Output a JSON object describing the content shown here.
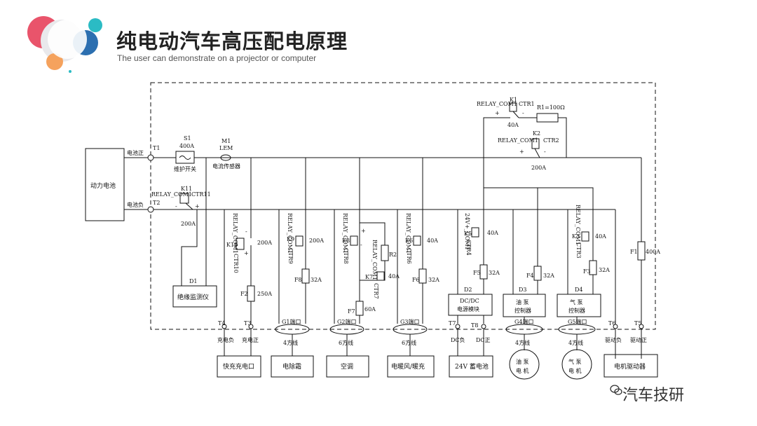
{
  "header": {
    "title": "纯电动汽车高压配电原理",
    "subtitle": "The user can demonstrate on a projector or computer"
  },
  "watermark": "汽车技研",
  "colors": {
    "logo_red": "#e9546b",
    "logo_teal": "#2bbbc4",
    "logo_blue": "#2c6fb0",
    "logo_orange": "#f5a25d",
    "line": "#111111"
  },
  "diagram": {
    "battery": "动力电池",
    "bat_pos": "电池正",
    "bat_neg": "电池负",
    "T1": "T1",
    "T2": "T2",
    "T3": "T3",
    "T4": "T4",
    "T5": "T5",
    "T6": "T6",
    "T7": "T7",
    "T8": "T8",
    "S1": "S1",
    "S1_rating": "400A",
    "S1_name": "维护开关",
    "M1": "M1",
    "M1_type": "LEM",
    "M1_name": "电流传感器",
    "relay_com": "RELAY_COM1",
    "K1": "K1",
    "K1_ctr": "CTR1",
    "K1_rating": "40A",
    "R1": "R1=100Ω",
    "K2": "K2",
    "K2_ctr": "CTR2",
    "K2_rating": "200A",
    "K11": "K11",
    "K11_ctr": "CTR11",
    "K11_rating": "200A",
    "D1": "D1",
    "D1_name": "绝缘监测仪",
    "relay_com_v1": "RELAY_COM1",
    "relay_com_v2": "RELAY_COM1",
    "relay_com_v3": "RELAY_COM1",
    "relay_com_v4": "RELAY_COM1",
    "relay_com_v6": "24V+_COM1",
    "relay_com_v7": "RELAY_COM1",
    "K10": "K10",
    "K10_ctr": "CTR10",
    "K10_rating": "200A",
    "F2": "F2",
    "F2_rating": "250A",
    "K9": "K9",
    "K9_ctr": "CTR9",
    "K9_rating": "200A",
    "F8": "F8",
    "F8_rating": "32A",
    "K8": "K8",
    "K8_ctr": "CTR8",
    "R2": "R2",
    "K7": "K7",
    "K7_ctr": "CTR7",
    "K7_rating": "40A",
    "K7_com": "RELAY_COM1",
    "F7": "F7",
    "F7_rating": "60A",
    "K6": "K6",
    "K6_ctr": "CTR6",
    "K6_rating": "40A",
    "F6": "F6",
    "F6_rating": "32A",
    "K5": "K5",
    "K5_ctr": "CTR4",
    "K5_rating": "40A",
    "F5": "F5",
    "F5_rating": "32A",
    "F4": "F4",
    "F4_rating": "32A",
    "K3": "K3",
    "K3_ctr": "CTR3",
    "K3_rating": "40A",
    "F3": "F3",
    "F3_rating": "32A",
    "F1": "F1",
    "F1_rating": "400A",
    "D2": "D2",
    "D2_name1": "DC/DC",
    "D2_name2": "电源模块",
    "D3": "D3",
    "D3_name1": "油  泵",
    "D3_name2": "控制器",
    "D4": "D4",
    "D4_name1": "气  泵",
    "D4_name2": "控制器",
    "G1": "G1端口",
    "G2": "G2端口",
    "G3": "G3端口",
    "G4": "G4端口",
    "G5": "G5端口",
    "charge_neg": "充电负",
    "charge_pos": "充电正",
    "wire4_1": "4方线",
    "wire6_2": "6方线",
    "wire6_3": "6方线",
    "wire4_4": "4方线",
    "wire4_5": "4方线",
    "dc_neg": "DC负",
    "dc_pos": "DC正",
    "drive_neg": "驱动负",
    "drive_pos": "驱动正",
    "box_fast": "快充充电口",
    "box_defrost": "电除霜",
    "box_ac": "空调",
    "box_heater": "电暖风/暖充",
    "box_24v": "24V 蓄电池",
    "motor_oil1": "油  泵",
    "motor_oil2": "电  机",
    "motor_air1": "气  泵",
    "motor_air2": "电  机",
    "box_drive": "电机驱动器",
    "plus": "+",
    "minus": "-"
  }
}
